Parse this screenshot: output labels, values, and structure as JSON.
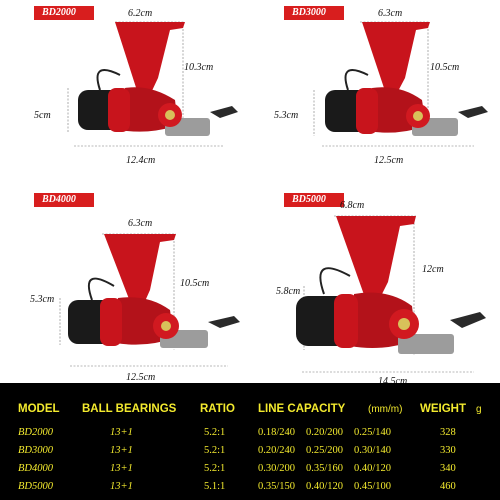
{
  "panels": [
    {
      "model": "BD2000",
      "top_width": "6.2cm",
      "height": "10.3cm",
      "spool": "5cm",
      "length": "12.4cm"
    },
    {
      "model": "BD3000",
      "top_width": "6.3cm",
      "height": "10.5cm",
      "spool": "5.3cm",
      "length": "12.5cm"
    },
    {
      "model": "BD4000",
      "top_width": "6.3cm",
      "height": "10.5cm",
      "spool": "5.3cm",
      "length": "12.5cm"
    },
    {
      "model": "BD5000",
      "top_width": "6.8cm",
      "height": "12cm",
      "spool": "5.8cm",
      "length": "14.5cm"
    }
  ],
  "table": {
    "headers": {
      "model": "MODEL",
      "bearings": "BALL BEARINGS",
      "ratio": "RATIO",
      "capacity": "LINE CAPACITY",
      "capacity_unit": "(mm/m)",
      "weight": "WEIGHT",
      "weight_unit": "g"
    },
    "rows": [
      {
        "model": "BD2000",
        "bearings": "13+1",
        "ratio": "5.2:1",
        "cap1": "0.18/240",
        "cap2": "0.20/200",
        "cap3": "0.25/140",
        "weight": "328"
      },
      {
        "model": "BD3000",
        "bearings": "13+1",
        "ratio": "5.2:1",
        "cap1": "0.20/240",
        "cap2": "0.25/200",
        "cap3": "0.30/140",
        "weight": "330"
      },
      {
        "model": "BD4000",
        "bearings": "13+1",
        "ratio": "5.2:1",
        "cap1": "0.30/200",
        "cap2": "0.35/160",
        "cap3": "0.40/120",
        "weight": "340"
      },
      {
        "model": "BD5000",
        "bearings": "13+1",
        "ratio": "5.1:1",
        "cap1": "0.35/150",
        "cap2": "0.40/120",
        "cap3": "0.45/100",
        "weight": "460"
      }
    ]
  },
  "colors": {
    "badge": "#d81e1e",
    "reel_red": "#c8141c",
    "table_bg": "#000000",
    "table_text": "#f3ea2e"
  }
}
